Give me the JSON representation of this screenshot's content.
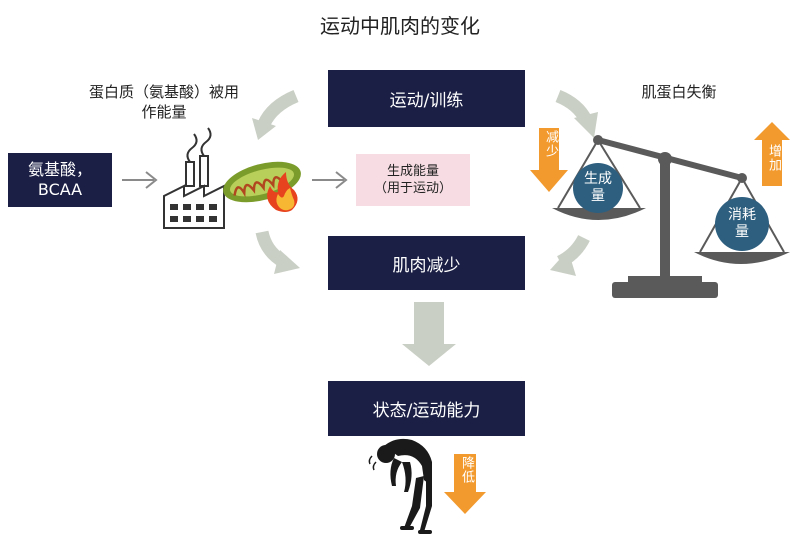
{
  "title": "运动中肌肉的变化",
  "boxes": {
    "exercise": "运动/训练",
    "muscle_loss": "肌肉减少",
    "status": "状态/运动能力",
    "amino_line1": "氨基酸，",
    "amino_line2": "BCAA"
  },
  "captions": {
    "protein_line1": "蛋白质（氨基酸）被用",
    "protein_line2": "作能量",
    "imbalance": "肌蛋白失衡"
  },
  "energy_box": {
    "line1": "生成能量",
    "line2": "（用于运动）"
  },
  "scale": {
    "left_pan_line1": "生成",
    "left_pan_line2": "量",
    "right_pan_line1": "消耗",
    "right_pan_line2": "量",
    "decrease_label": "减少",
    "increase_label": "增加"
  },
  "performance_label": "降低",
  "colors": {
    "navy": "#1b1f45",
    "orange": "#f29a2e",
    "arrow_gray": "#c9cfc4",
    "circle_teal": "#2e5f7f",
    "scale_gray": "#5a5a5a",
    "pink": "#f7dde3"
  },
  "icons": [
    "factory-icon",
    "mitochondria-icon",
    "flame-icon",
    "balance-scale-icon",
    "tired-person-icon"
  ]
}
